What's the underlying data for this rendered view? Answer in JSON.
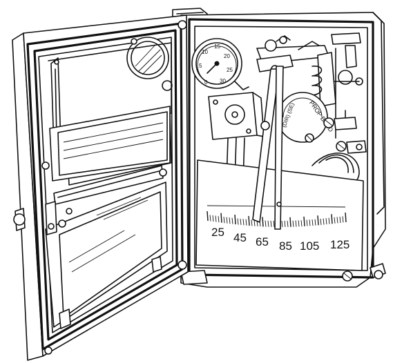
{
  "scale": {
    "labels": [
      "25",
      "45",
      "65",
      "85",
      "105",
      "125"
    ],
    "highlight_color": "#111111"
  },
  "gauge": {
    "labels": [
      "0",
      "5",
      "10",
      "15",
      "20",
      "25",
      "30"
    ]
  },
  "prop_band_dial": {
    "text_upper": "PROP BAND",
    "text_lower": "(DIR) (SE)"
  }
}
